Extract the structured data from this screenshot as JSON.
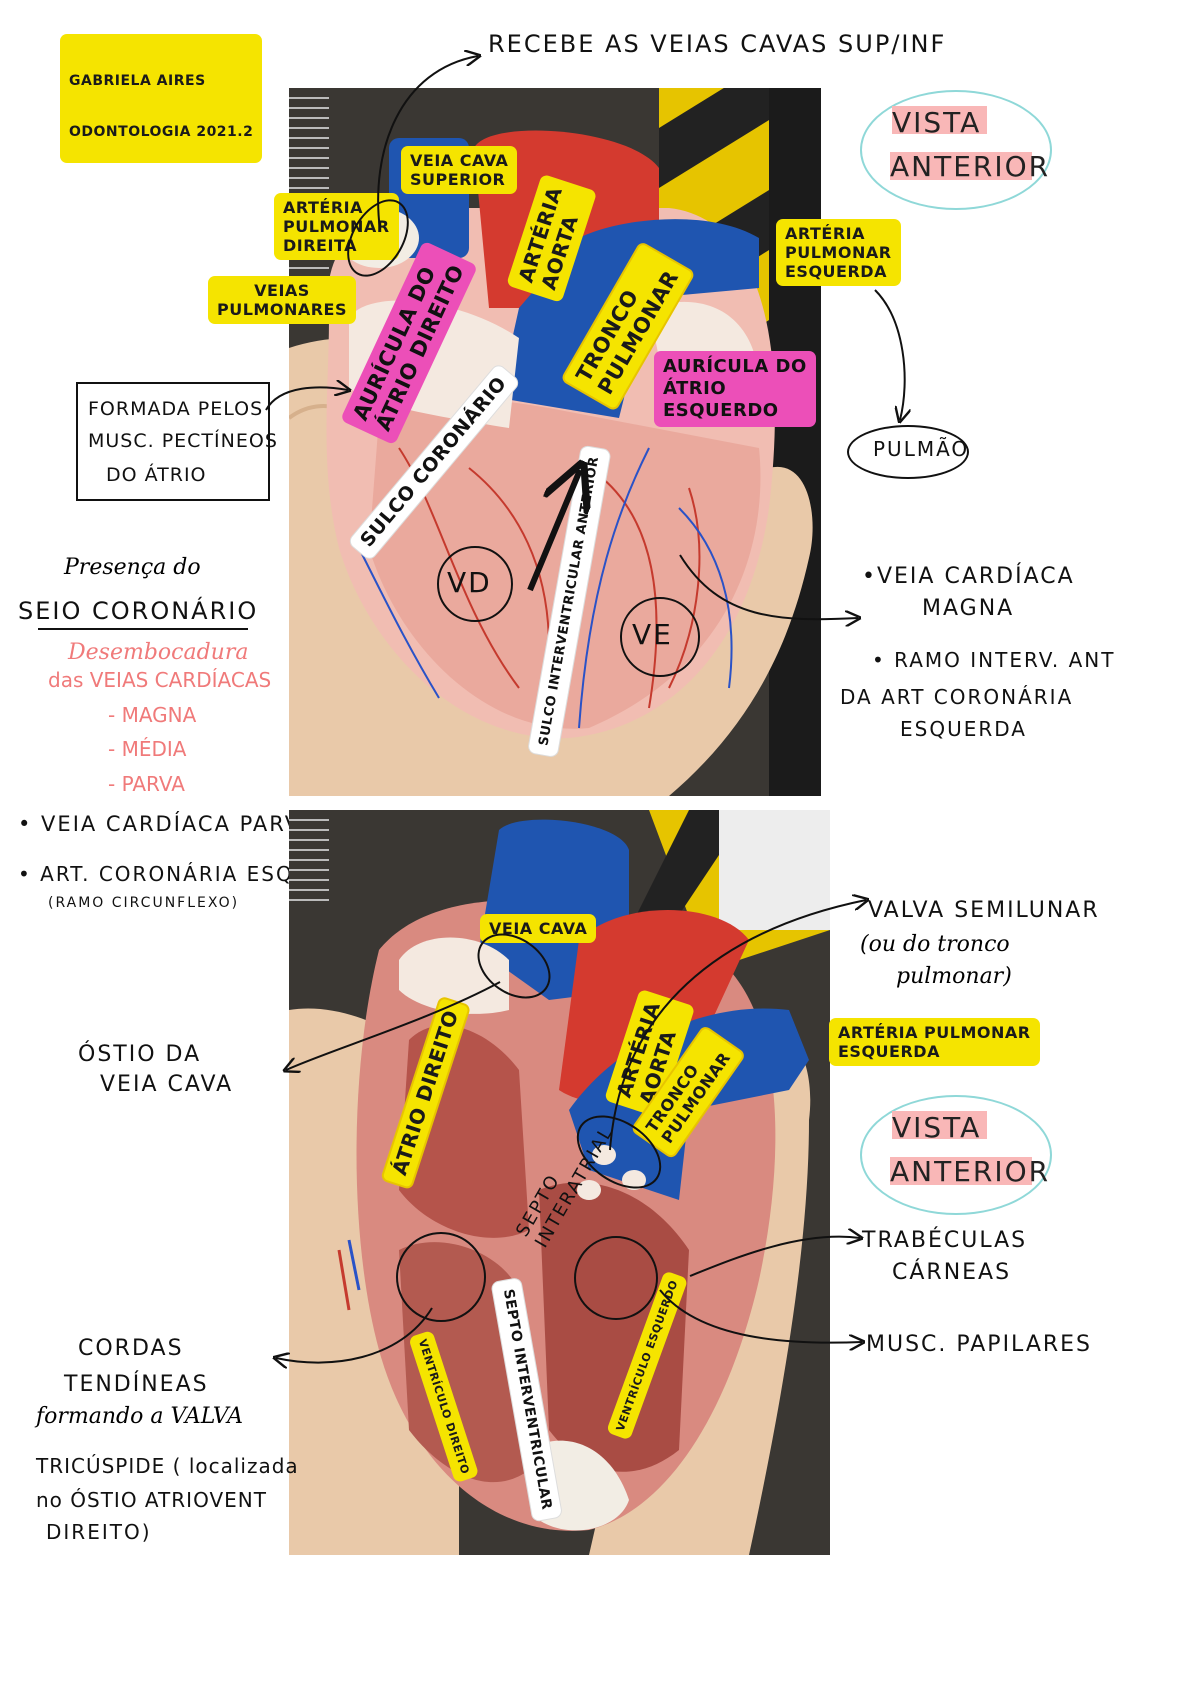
{
  "author": {
    "name": "GABRIELA AIRES",
    "course": "ODONTOLOGIA 2021.2"
  },
  "top": {
    "annotation_top": "RECEBE AS VEIAS CAVAS SUP/INF",
    "view_label_1": "VISTA",
    "view_label_2": "ANTERIOR",
    "labels": {
      "veia_cava_superior": "VEIA CAVA\nSUPERIOR",
      "arteria_aorta": "ARTÉRIA\nAORTA",
      "arteria_pulmonar_direita": "ARTÉRIA\nPULMONAR\nDIREITA",
      "arteria_pulmonar_esquerda": "ARTÉRIA\nPULMONAR\nESQUERDA",
      "veias_pulmonares": "VEIAS\nPULMONARES",
      "auricula_atrio_direito": "AURÍCULA DO\nÁTRIO DIREITO",
      "tronco_pulmonar": "TRONCO\nPULMONAR",
      "auricula_atrio_esquerdo": "AURÍCULA DO\nÁTRIO\nESQUERDO",
      "sulco_coronario": "SULCO CORONÁRIO",
      "sulco_interventricular": "SULCO INTERVENTRICULAR ANTERIOR",
      "vd": "VD",
      "ve": "VE"
    },
    "pulmao": "PULMÃO",
    "box_note": [
      "FORMADA PELOS",
      "MUSC. PECTÍNEOS",
      "DO ÁTRIO"
    ],
    "presenca": "Presença do",
    "seio": "SEIO CORONÁRIO",
    "desembocadura": [
      "Desembocadura",
      "das VEIAS CARDÍACAS"
    ],
    "veins_list": [
      "- MAGNA",
      "- MÉDIA",
      "- PARVA"
    ],
    "veia_magna": [
      "•VEIA CARDÍACA",
      "MAGNA"
    ],
    "ramo": [
      "• RAMO INTERV. ANT",
      "DA ART CORONÁRIA",
      "ESQUERDA"
    ],
    "veia_parva": "• VEIA CARDÍACA PARVA",
    "art_coronaria": [
      "• ART. CORONÁRIA ESQ",
      "(RAMO CIRCUNFLEXO)"
    ]
  },
  "bottom": {
    "view_label_1": "VISTA",
    "view_label_2": "ANTERIOR",
    "labels": {
      "veia_cava": "VEIA CAVA",
      "arteria_aorta": "ARTÉRIA\nAORTA",
      "arteria_pulmonar_esquerda": "ARTÉRIA PULMONAR\nESQUERDA",
      "atrio_direito": "ÁTRIO DIREITO",
      "tronco_pulmonar": "TRONCO\nPULMONAR",
      "septo_interatrial": "SEPTO\nINTERATRIAL",
      "septo_interventricular": "SEPTO INTERVENTRICULAR",
      "ventriculo_direito": "VENTRÍCULO DIREITO",
      "ventriculo_esquerdo": "VENTRÍCULO ESQUERDO"
    },
    "valva": [
      "VALVA SEMILUNAR",
      "(ou do tronco",
      "pulmonar)"
    ],
    "ostio": [
      "ÓSTIO DA",
      "VEIA CAVA"
    ],
    "trabeculas": [
      "TRABÉCULAS",
      "CÁRNEAS"
    ],
    "musc": "MUSC. PAPILARES",
    "cordas": [
      "CORDAS",
      "TENDÍNEAS",
      "formando a VALVA",
      "TRICÚSPIDE ( localizada",
      "no ÓSTIO ATRIOVENT",
      "DIREITO)"
    ]
  },
  "colors": {
    "yellow": "#f5e400",
    "pink": "#ec4fb8",
    "note_pink": "#f07a7a",
    "teal": "#8fd8d8"
  }
}
